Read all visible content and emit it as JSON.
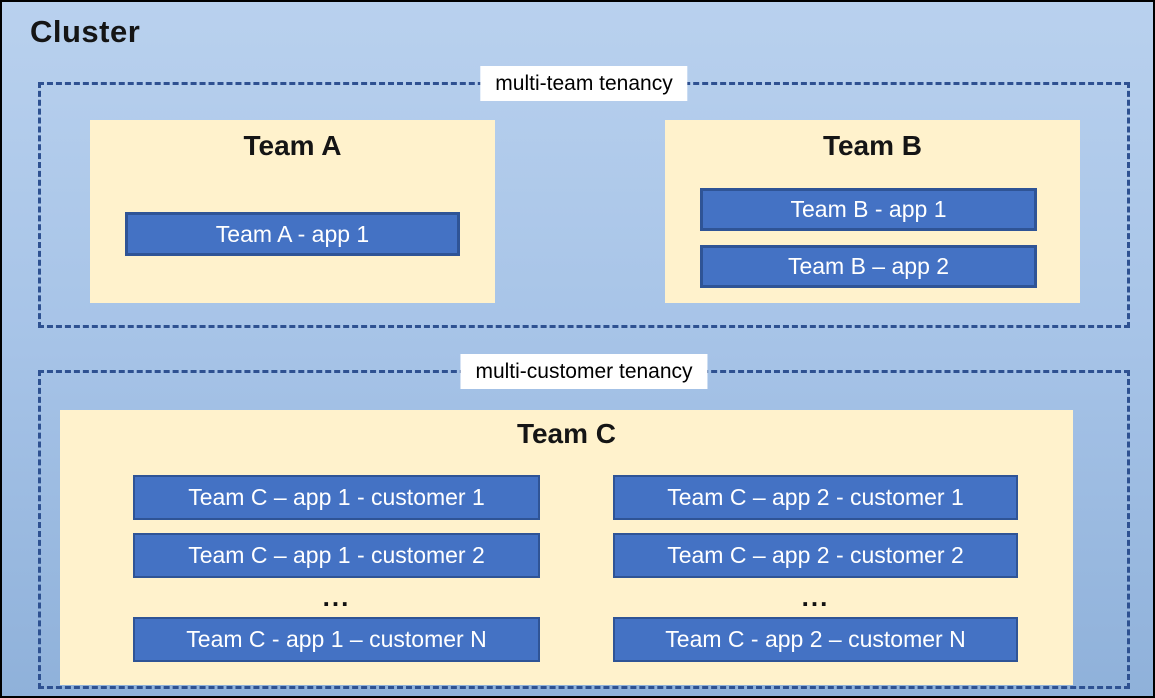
{
  "cluster": {
    "title": "Cluster"
  },
  "multi_team": {
    "label": "multi-team tenancy",
    "team_a": {
      "name": "Team A",
      "apps": [
        "Team A - app 1"
      ]
    },
    "team_b": {
      "name": "Team B",
      "apps": [
        "Team B - app 1",
        "Team B – app 2"
      ]
    }
  },
  "multi_customer": {
    "label": "multi-customer tenancy",
    "team_c": {
      "name": "Team C",
      "col1": {
        "rows": [
          "Team C – app 1 - customer 1",
          "Team C – app 1 - customer 2"
        ],
        "ellipsis": "...",
        "row_n": "Team C - app 1 – customer N"
      },
      "col2": {
        "rows": [
          "Team C – app 2 - customer 1",
          "Team C – app 2 - customer 2"
        ],
        "ellipsis": "...",
        "row_n": "Team C - app 2 – customer N"
      }
    }
  },
  "colors": {
    "background_top": "#b9d1ee",
    "background_bottom": "#8fb1da",
    "outer_border": "#000000",
    "dashed_border": "#2e5191",
    "panel_fill": "#fff2cc",
    "app_fill": "#4472c4",
    "app_border": "#2f5496",
    "app_text": "#ffffff",
    "heading_text": "#151515",
    "label_background": "#ffffff"
  }
}
